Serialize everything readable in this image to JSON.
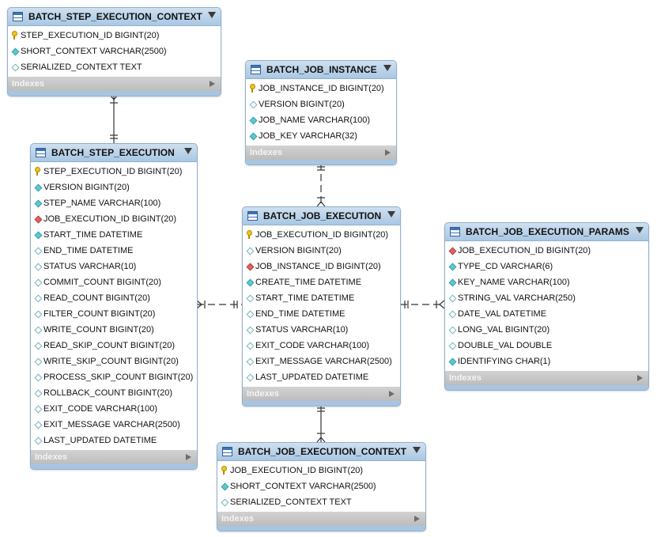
{
  "tables": {
    "step_context": {
      "name": "BATCH_STEP_EXECUTION_CONTEXT",
      "columns": [
        {
          "key": "pk",
          "label": "STEP_EXECUTION_ID BIGINT(20)"
        },
        {
          "key": "col",
          "label": "SHORT_CONTEXT VARCHAR(2500)"
        },
        {
          "key": "nul",
          "label": "SERIALIZED_CONTEXT TEXT"
        }
      ],
      "indexes_label": "Indexes"
    },
    "job_instance": {
      "name": "BATCH_JOB_INSTANCE",
      "columns": [
        {
          "key": "pk",
          "label": "JOB_INSTANCE_ID BIGINT(20)"
        },
        {
          "key": "nul",
          "label": "VERSION BIGINT(20)"
        },
        {
          "key": "col",
          "label": "JOB_NAME VARCHAR(100)"
        },
        {
          "key": "col",
          "label": "JOB_KEY VARCHAR(32)"
        }
      ],
      "indexes_label": "Indexes"
    },
    "step_execution": {
      "name": "BATCH_STEP_EXECUTION",
      "columns": [
        {
          "key": "pk",
          "label": "STEP_EXECUTION_ID BIGINT(20)"
        },
        {
          "key": "col",
          "label": "VERSION BIGINT(20)"
        },
        {
          "key": "col",
          "label": "STEP_NAME VARCHAR(100)"
        },
        {
          "key": "fk",
          "label": "JOB_EXECUTION_ID BIGINT(20)"
        },
        {
          "key": "col",
          "label": "START_TIME DATETIME"
        },
        {
          "key": "nul",
          "label": "END_TIME DATETIME"
        },
        {
          "key": "nul",
          "label": "STATUS VARCHAR(10)"
        },
        {
          "key": "nul",
          "label": "COMMIT_COUNT BIGINT(20)"
        },
        {
          "key": "nul",
          "label": "READ_COUNT BIGINT(20)"
        },
        {
          "key": "nul",
          "label": "FILTER_COUNT BIGINT(20)"
        },
        {
          "key": "nul",
          "label": "WRITE_COUNT BIGINT(20)"
        },
        {
          "key": "nul",
          "label": "READ_SKIP_COUNT BIGINT(20)"
        },
        {
          "key": "nul",
          "label": "WRITE_SKIP_COUNT BIGINT(20)"
        },
        {
          "key": "nul",
          "label": "PROCESS_SKIP_COUNT BIGINT(20)"
        },
        {
          "key": "nul",
          "label": "ROLLBACK_COUNT BIGINT(20)"
        },
        {
          "key": "nul",
          "label": "EXIT_CODE VARCHAR(100)"
        },
        {
          "key": "nul",
          "label": "EXIT_MESSAGE VARCHAR(2500)"
        },
        {
          "key": "nul",
          "label": "LAST_UPDATED DATETIME"
        }
      ],
      "indexes_label": "Indexes"
    },
    "job_execution": {
      "name": "BATCH_JOB_EXECUTION",
      "columns": [
        {
          "key": "pk",
          "label": "JOB_EXECUTION_ID BIGINT(20)"
        },
        {
          "key": "nul",
          "label": "VERSION BIGINT(20)"
        },
        {
          "key": "fk",
          "label": "JOB_INSTANCE_ID BIGINT(20)"
        },
        {
          "key": "col",
          "label": "CREATE_TIME DATETIME"
        },
        {
          "key": "nul",
          "label": "START_TIME DATETIME"
        },
        {
          "key": "nul",
          "label": "END_TIME DATETIME"
        },
        {
          "key": "nul",
          "label": "STATUS VARCHAR(10)"
        },
        {
          "key": "nul",
          "label": "EXIT_CODE VARCHAR(100)"
        },
        {
          "key": "nul",
          "label": "EXIT_MESSAGE VARCHAR(2500)"
        },
        {
          "key": "nul",
          "label": "LAST_UPDATED DATETIME"
        }
      ],
      "indexes_label": "Indexes"
    },
    "job_params": {
      "name": "BATCH_JOB_EXECUTION_PARAMS",
      "columns": [
        {
          "key": "fk",
          "label": "JOB_EXECUTION_ID BIGINT(20)"
        },
        {
          "key": "col",
          "label": "TYPE_CD VARCHAR(6)"
        },
        {
          "key": "col",
          "label": "KEY_NAME VARCHAR(100)"
        },
        {
          "key": "nul",
          "label": "STRING_VAL VARCHAR(250)"
        },
        {
          "key": "nul",
          "label": "DATE_VAL DATETIME"
        },
        {
          "key": "nul",
          "label": "LONG_VAL BIGINT(20)"
        },
        {
          "key": "nul",
          "label": "DOUBLE_VAL DOUBLE"
        },
        {
          "key": "col",
          "label": "IDENTIFYING CHAR(1)"
        }
      ],
      "indexes_label": "Indexes"
    },
    "job_context": {
      "name": "BATCH_JOB_EXECUTION_CONTEXT",
      "columns": [
        {
          "key": "pk",
          "label": "JOB_EXECUTION_ID BIGINT(20)"
        },
        {
          "key": "col",
          "label": "SHORT_CONTEXT VARCHAR(2500)"
        },
        {
          "key": "nul",
          "label": "SERIALIZED_CONTEXT TEXT"
        }
      ],
      "indexes_label": "Indexes"
    }
  },
  "colors": {
    "header": "#a9c7e3",
    "border": "#8fb0cf",
    "indexes_bar": "#c4c4c4",
    "primary_key": "#f0c419",
    "foreign_key": "#e06363",
    "column": "#5fc8cf",
    "connector": "#333333"
  }
}
